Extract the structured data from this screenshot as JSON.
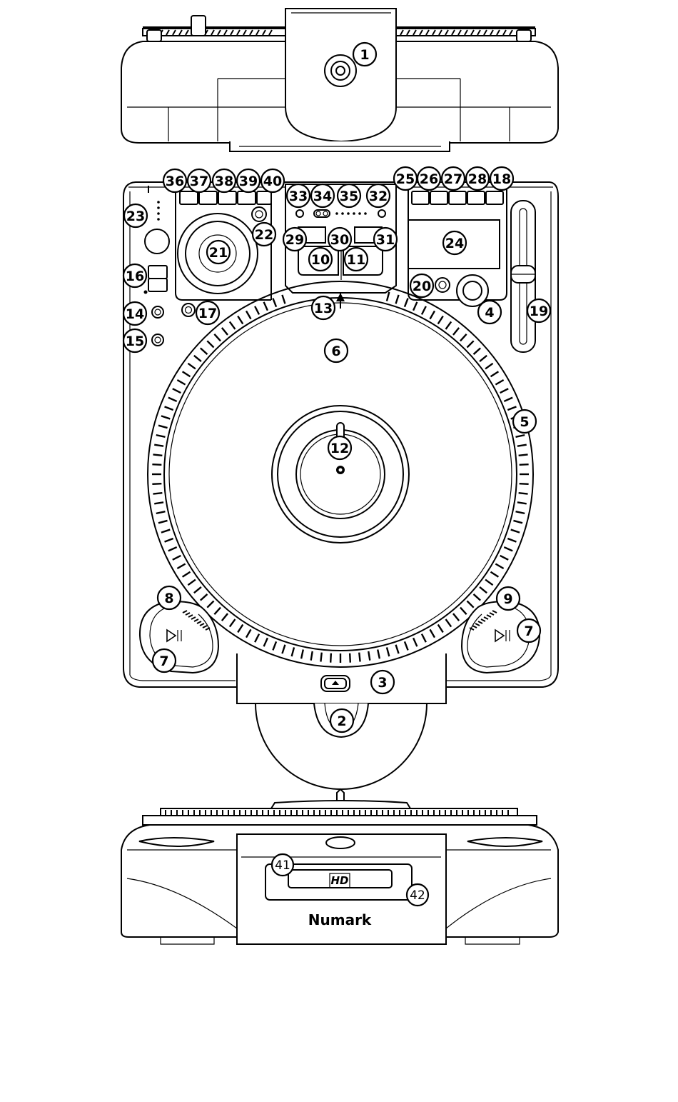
{
  "diagram": {
    "brand_label": "Numark",
    "drive_badge": "HD",
    "eject_icon": "eject-icon",
    "play_pause_icon": "play-pause-icon"
  },
  "callouts": [
    {
      "id": "1",
      "text": "1"
    },
    {
      "id": "2",
      "text": "2"
    },
    {
      "id": "3",
      "text": "3"
    },
    {
      "id": "4",
      "text": "4"
    },
    {
      "id": "5",
      "text": "5"
    },
    {
      "id": "6",
      "text": "6"
    },
    {
      "id": "7a",
      "text": "7"
    },
    {
      "id": "7b",
      "text": "7"
    },
    {
      "id": "8",
      "text": "8"
    },
    {
      "id": "9",
      "text": "9"
    },
    {
      "id": "10",
      "text": "10"
    },
    {
      "id": "11",
      "text": "11"
    },
    {
      "id": "12",
      "text": "12"
    },
    {
      "id": "13",
      "text": "13"
    },
    {
      "id": "14",
      "text": "14"
    },
    {
      "id": "15",
      "text": "15"
    },
    {
      "id": "16",
      "text": "16"
    },
    {
      "id": "17",
      "text": "17"
    },
    {
      "id": "18",
      "text": "18"
    },
    {
      "id": "19",
      "text": "19"
    },
    {
      "id": "20",
      "text": "20"
    },
    {
      "id": "21",
      "text": "21"
    },
    {
      "id": "22",
      "text": "22"
    },
    {
      "id": "23",
      "text": "23"
    },
    {
      "id": "24",
      "text": "24"
    },
    {
      "id": "25",
      "text": "25"
    },
    {
      "id": "26",
      "text": "26"
    },
    {
      "id": "27",
      "text": "27"
    },
    {
      "id": "28",
      "text": "28"
    },
    {
      "id": "29",
      "text": "29"
    },
    {
      "id": "30",
      "text": "30"
    },
    {
      "id": "31",
      "text": "31"
    },
    {
      "id": "32",
      "text": "32"
    },
    {
      "id": "33",
      "text": "33"
    },
    {
      "id": "34",
      "text": "34"
    },
    {
      "id": "35",
      "text": "35"
    },
    {
      "id": "36",
      "text": "36"
    },
    {
      "id": "37",
      "text": "37"
    },
    {
      "id": "38",
      "text": "38"
    },
    {
      "id": "39",
      "text": "39"
    },
    {
      "id": "40",
      "text": "40"
    },
    {
      "id": "41",
      "text": "41"
    },
    {
      "id": "42",
      "text": "42"
    }
  ]
}
